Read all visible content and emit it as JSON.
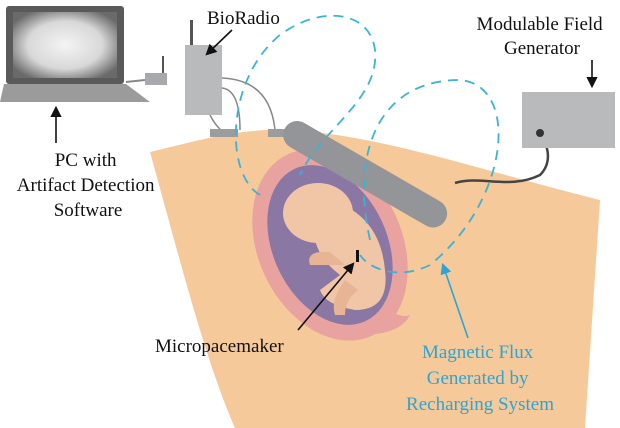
{
  "labels": {
    "pc": [
      "PC with",
      "Artifact Detection",
      "Software"
    ],
    "bioradio": "BioRadio",
    "field_generator": [
      "Modulable Field",
      "Generator"
    ],
    "micropacemaker": "Micropacemaker",
    "magnetic_flux": [
      "Magnetic Flux",
      "Generated by",
      "Recharging System"
    ]
  },
  "colors": {
    "skin": "#f6c99a",
    "uterus": "#e8a3a1",
    "amniotic": "#8a77a3",
    "fetus": "#f1c6a6",
    "device_gray": "#a7a9ac",
    "flux_blue": "#3bb3d4"
  }
}
